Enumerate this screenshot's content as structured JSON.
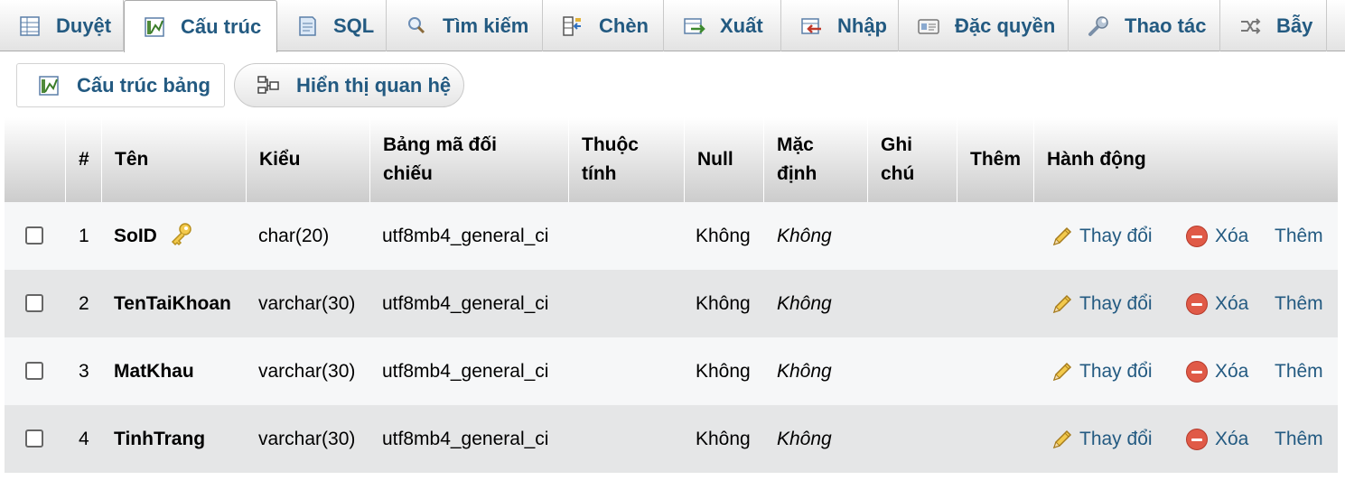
{
  "tabs": [
    {
      "label": "Duyệt",
      "icon": "browse-icon",
      "active": false
    },
    {
      "label": "Cấu trúc",
      "icon": "structure-icon",
      "active": true
    },
    {
      "label": "SQL",
      "icon": "sql-icon",
      "active": false
    },
    {
      "label": "Tìm kiếm",
      "icon": "search-icon",
      "active": false
    },
    {
      "label": "Chèn",
      "icon": "insert-icon",
      "active": false
    },
    {
      "label": "Xuất",
      "icon": "export-icon",
      "active": false
    },
    {
      "label": "Nhập",
      "icon": "import-icon",
      "active": false
    },
    {
      "label": "Đặc quyền",
      "icon": "privileges-icon",
      "active": false
    },
    {
      "label": "Thao tác",
      "icon": "operations-icon",
      "active": false
    },
    {
      "label": "Bẫy",
      "icon": "triggers-icon",
      "active": false
    }
  ],
  "subtabs": [
    {
      "label": "Cấu trúc bảng",
      "icon": "table-structure-icon"
    },
    {
      "label": "Hiển thị quan hệ",
      "icon": "relation-view-icon"
    }
  ],
  "table": {
    "headers": {
      "num": "#",
      "name": "Tên",
      "type": "Kiểu",
      "collation_1": "Bảng mã đối",
      "collation_2": "chiếu",
      "attributes_1": "Thuộc",
      "attributes_2": "tính",
      "null": "Null",
      "default_1": "Mặc",
      "default_2": "định",
      "comment_1": "Ghi",
      "comment_2": "chú",
      "extra": "Thêm",
      "action": "Hành động"
    },
    "rows": [
      {
        "num": "1",
        "name": "SoID",
        "type": "char(20)",
        "collation": "utf8mb4_general_ci",
        "attributes": "",
        "null": "Không",
        "default": "Không",
        "comment": "",
        "extra": "",
        "primary_key": true
      },
      {
        "num": "2",
        "name": "TenTaiKhoan",
        "type": "varchar(30)",
        "collation": "utf8mb4_general_ci",
        "attributes": "",
        "null": "Không",
        "default": "Không",
        "comment": "",
        "extra": "",
        "primary_key": false
      },
      {
        "num": "3",
        "name": "MatKhau",
        "type": "varchar(30)",
        "collation": "utf8mb4_general_ci",
        "attributes": "",
        "null": "Không",
        "default": "Không",
        "comment": "",
        "extra": "",
        "primary_key": false
      },
      {
        "num": "4",
        "name": "TinhTrang",
        "type": "varchar(30)",
        "collation": "utf8mb4_general_ci",
        "attributes": "",
        "null": "Không",
        "default": "Không",
        "comment": "",
        "extra": "",
        "primary_key": false
      }
    ],
    "actions": {
      "change": "Thay đổi",
      "drop": "Xóa",
      "more": "Thêm"
    }
  },
  "colors": {
    "link": "#235a81",
    "row_odd": "#f6f7f8",
    "row_even": "#e5e6e7",
    "drop_icon": "#e05a47"
  }
}
